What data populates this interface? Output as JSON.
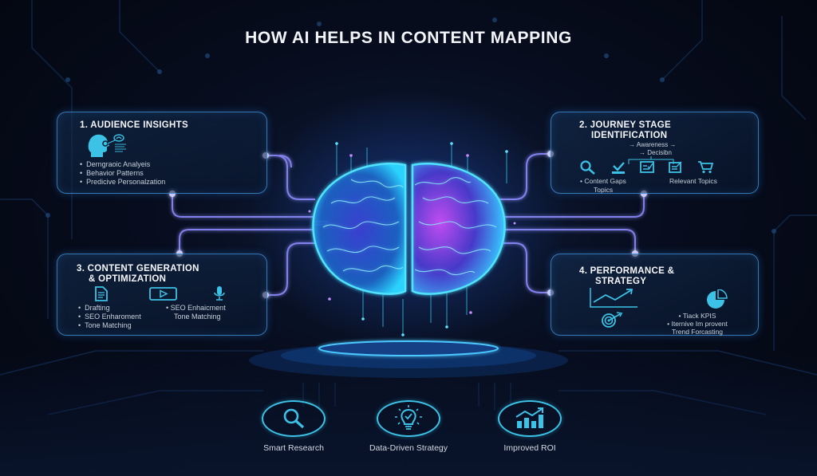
{
  "title": "HOW AI HELPS IN CONTENT MAPPING",
  "colors": {
    "background": "#050a18",
    "accent_cyan": "#3cc2e6",
    "accent_purple": "#b86cff",
    "panel_border": "#4696dc",
    "connector": "#8a8cff"
  },
  "panels": {
    "audience": {
      "title": "1. AUDIENCE INSIGHTS",
      "icon": "person-analysis-icon",
      "items": [
        "Derngraoic Analyeis",
        "Behavior Patterns",
        "Predicive Personalzation"
      ]
    },
    "journey": {
      "title_line1": "2. JOURNEY STAGE",
      "title_line2": "IDENTIFICATION",
      "flow_line1": "→ Awareness →",
      "flow_line2": "→ Decisibn",
      "icons": [
        "search-icon",
        "check-tray-icon",
        "checked-form-icon",
        "edit-form-icon",
        "cart-icon"
      ],
      "item1_line1": "Content Gaps",
      "item1_line2": "Topics",
      "item2": "Relevant Topics"
    },
    "content": {
      "title_line1": "3. CONTENT GENERATION",
      "title_line2": "& OPTIMIZATION",
      "icons": [
        "document-icon",
        "video-play-icon",
        "microphone-icon"
      ],
      "left_items": [
        "Drafting",
        "SEO Enharoment",
        "Tone Matching"
      ],
      "right_item1": "SEO Enhaicment",
      "right_item2": "Tone Matching"
    },
    "performance": {
      "title_line1": "4. PERFORMANCE &",
      "title_line2": "STRATEGY",
      "icons": [
        "trend-chart-icon",
        "target-icon",
        "pie-chart-icon"
      ],
      "item1": "Tiack KPIS",
      "item2": "Iternive Im provent",
      "item3": "Trend Forcasting"
    }
  },
  "center": {
    "brain": "glowing-brain-icon",
    "platform": "hologram-platform"
  },
  "bottom": [
    {
      "icon": "magnifier-icon",
      "label": "Smart Research"
    },
    {
      "icon": "lightbulb-check-icon",
      "label": "Data-Driven Strategy"
    },
    {
      "icon": "growth-bar-chart-icon",
      "label": "Improved ROI"
    }
  ]
}
